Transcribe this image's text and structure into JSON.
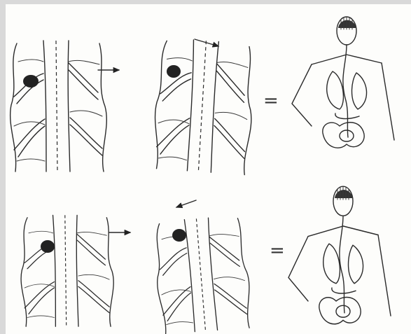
{
  "figure": {
    "rows": [
      {
        "step1": {
          "lesion": "nodule-left",
          "arrow": "right"
        },
        "step2": {
          "spine_shift": "right"
        },
        "equals_sign": "=",
        "result": {
          "posture": "leans-right"
        }
      },
      {
        "step1": {
          "lesion": "nodule-left",
          "arrow": "right"
        },
        "step2": {
          "spine_shift": "left"
        },
        "equals_sign": "=",
        "result": {
          "posture": "leans-left"
        }
      }
    ]
  }
}
